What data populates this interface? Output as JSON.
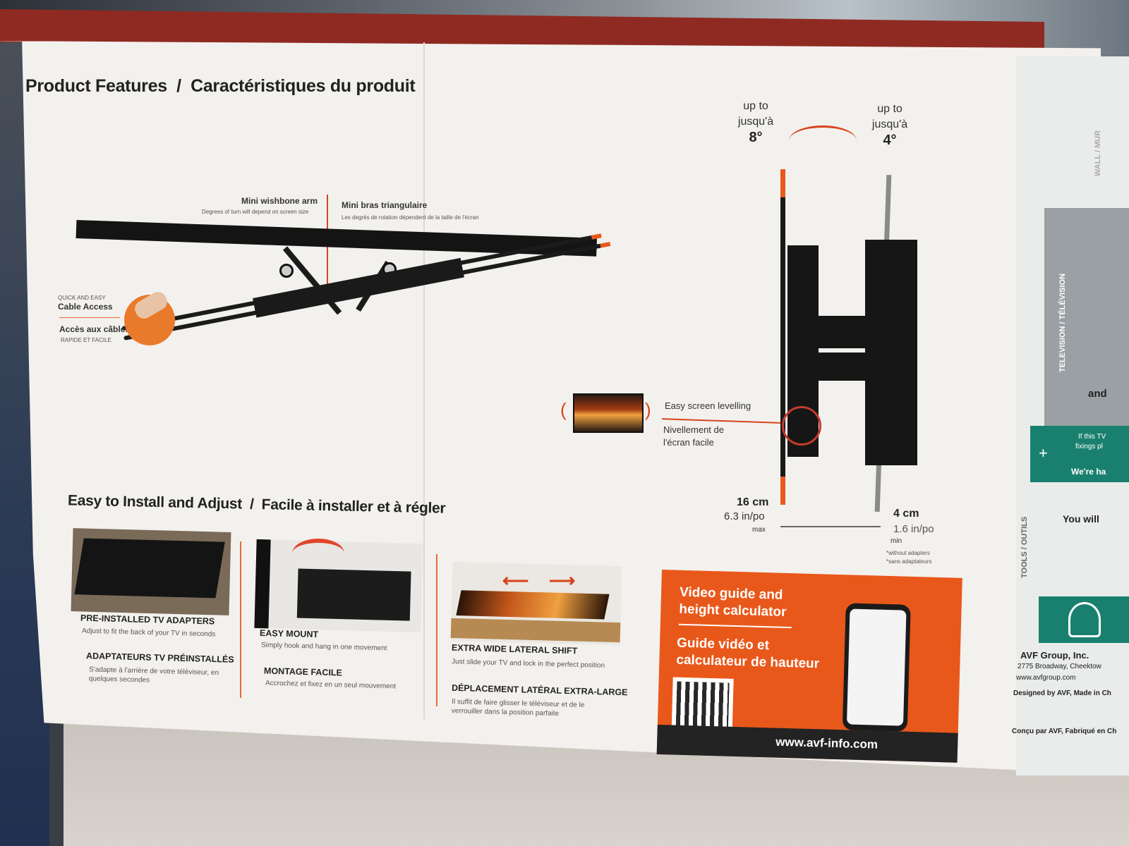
{
  "header": {
    "features_en": "Product Features",
    "features_sep": "/",
    "features_fr": "Caractéristiques du produit"
  },
  "wishbone": {
    "en_title": "Mini wishbone arm",
    "en_note": "Degrees of turn will depend on screen size",
    "fr_title": "Mini bras triangulaire",
    "fr_note": "Les degrés de rotation dépendent de la taille de l'écran"
  },
  "cable": {
    "en_small": "QUICK AND EASY",
    "en_title": "Cable Access",
    "fr_title": "Accès aux câbles",
    "fr_small": "RAPIDE ET FACILE"
  },
  "tilt": {
    "left_up_to": "up to",
    "left_jusqua": "jusqu'à",
    "left_value": "8°",
    "right_up_to": "up to",
    "right_jusqua": "jusqu'à",
    "right_value": "4°"
  },
  "levelling": {
    "en": "Easy screen levelling",
    "fr_line1": "Nivellement de",
    "fr_line2": "l'écran facile"
  },
  "dimensions": {
    "max_cm": "16 cm",
    "max_in": "6.3 in/po",
    "max_label": "max",
    "min_cm": "4 cm",
    "min_in": "1.6 in/po",
    "min_label": "min",
    "note1": "*without adapters",
    "note2": "*sans adaptateurs"
  },
  "install": {
    "title_en": "Easy to Install and Adjust",
    "title_sep": "/",
    "title_fr": "Facile à installer et à régler"
  },
  "cards": [
    {
      "title_en": "PRE-INSTALLED TV ADAPTERS",
      "sub_en": "Adjust to fit the back of your TV in seconds",
      "title_fr": "ADAPTATEURS TV PRÉINSTALLÉS",
      "sub_fr": "S'adapte à l'arrière de votre téléviseur, en quelques secondes"
    },
    {
      "title_en": "EASY MOUNT",
      "sub_en": "Simply hook and hang in one movement",
      "title_fr": "MONTAGE FACILE",
      "sub_fr": "Accrochez et fixez en un seul mouvement"
    },
    {
      "title_en": "EXTRA WIDE LATERAL SHIFT",
      "sub_en": "Just slide your TV and lock in the perfect position",
      "title_fr": "DÉPLACEMENT LATÉRAL EXTRA-LARGE",
      "sub_fr": "Il suffit de faire glisser le téléviseur et de le verrouiller dans la position parfaite"
    }
  ],
  "video": {
    "en_line1": "Video guide and",
    "en_line2": "height calculator",
    "fr_line1": "Guide vidéo et",
    "fr_line2": "calculateur de hauteur",
    "url": "www.avf-info.com"
  },
  "side": {
    "wall": "WALL / MUR",
    "tv": "TELEVISION / TÉLÉVISION",
    "tools": "TOOLS / OUTILS",
    "you_will": "You will",
    "and": "and",
    "company": "AVF Group, Inc.",
    "address": "2775 Broadway, Cheektow",
    "web": "www.avfgroup.com",
    "designed": "Designed by AVF, Made in Ch",
    "concu": "Conçu par AVF, Fabriqué en Ch",
    "if_this": "If this TV",
    "fixings": "fixings pl",
    "were": "We're ha"
  },
  "colors": {
    "accent": "#e9581b",
    "teal": "#19806f",
    "box_white": "#f3f1ee",
    "box_red": "#8f2a22"
  }
}
